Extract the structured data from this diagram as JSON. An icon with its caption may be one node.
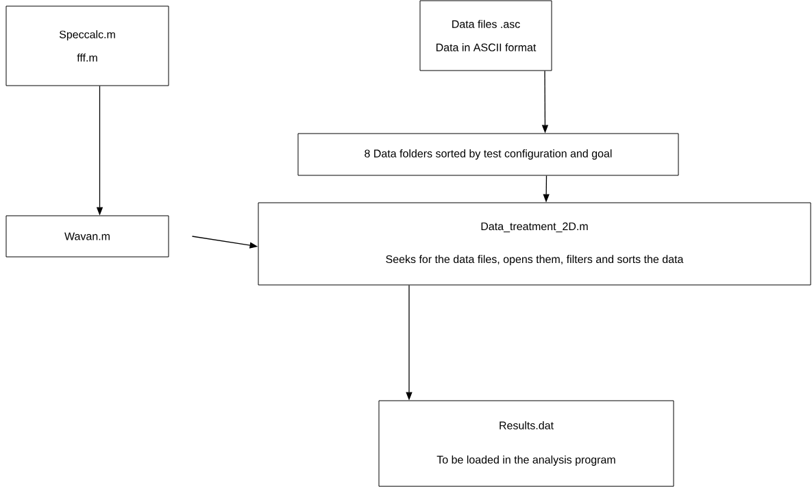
{
  "diagram": {
    "nodes": [
      {
        "text": [
          "Data files .asc",
          "Data in ASCII format"
        ]
      },
      {
        "text": [
          "Speccalc.m",
          "fff.m"
        ]
      },
      {
        "text": [
          "8 Data folders sorted by test configuration and goal"
        ]
      },
      {
        "text": [
          "Wavan.m"
        ]
      },
      {
        "text": [
          "Data_treatment_2D.m",
          "Seeks for the data files, opens them, filters and sorts the data"
        ]
      },
      {
        "text": [
          "Results.dat",
          "To be loaded in the analysis program"
        ]
      }
    ],
    "edges": [
      {
        "from": 0,
        "to": 2,
        "arrow": "to"
      },
      {
        "from": 1,
        "to": 3,
        "arrow": "to"
      },
      {
        "from": 2,
        "to": 4,
        "arrow": "to"
      },
      {
        "from": 3,
        "to": 4,
        "arrow": "to"
      },
      {
        "from": 4,
        "to": 5,
        "arrow": "to"
      }
    ]
  }
}
